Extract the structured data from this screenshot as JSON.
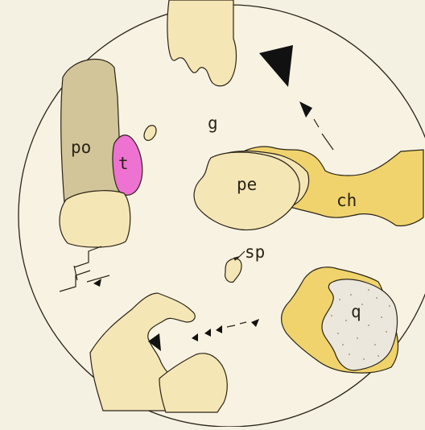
{
  "labels": {
    "po": "po",
    "t": "t",
    "g": "g",
    "pe": "pe",
    "ch": "ch",
    "sp": "sp",
    "q": "q"
  },
  "colors": {
    "paper": "#f4f0e2",
    "circle_fill": "#f7f2e1",
    "pale_grain": "#f5e6b5",
    "orthopyroxene": "#d2c59a",
    "titanite_pink": "#ee72d2",
    "chlorite_yellow": "#f0d36c",
    "quartz_speckle": "#ece7dc",
    "ink": "#2a2418"
  }
}
